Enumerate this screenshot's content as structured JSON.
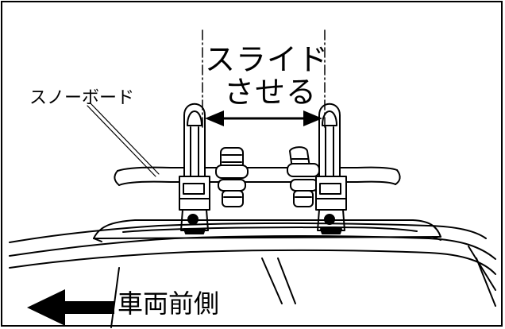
{
  "labels": {
    "slide_line1": "スライド",
    "slide_line2": "させる",
    "snowboard": "スノーボード",
    "vehicle_front": "車両前側"
  }
}
